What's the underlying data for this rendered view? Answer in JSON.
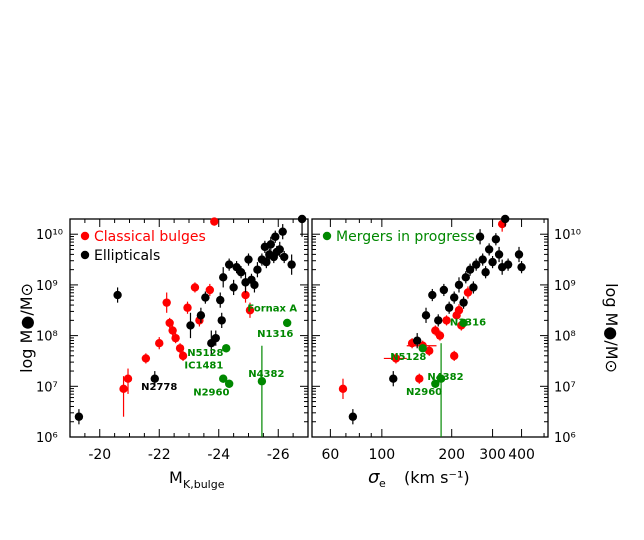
{
  "chart_data": [
    {
      "type": "scatter",
      "panel": "left",
      "xlabel": "M",
      "xlabel_sub": "K,bulge",
      "ylabel": "log  M●/M⊙",
      "xlim": [
        -19,
        -27
      ],
      "ylim": [
        6,
        10.3
      ],
      "x_ticks": [
        "-20",
        "-22",
        "-24",
        "-26"
      ],
      "x_tick_values": [
        -20,
        -22,
        -24,
        -26
      ],
      "y_ticks": [
        "10⁶",
        "10⁷",
        "10⁸",
        "10⁹",
        "10¹⁰"
      ],
      "y_tick_values": [
        6,
        7,
        8,
        9,
        10
      ],
      "legend": [
        {
          "label": "Classical bulges",
          "color": "#ff0000"
        },
        {
          "label": "Ellipticals",
          "color": "#000000"
        }
      ],
      "series": [
        {
          "name": "Classical bulges",
          "color": "#ff0000",
          "points": [
            {
              "x": -20.8,
              "y": 6.95,
              "elo": 0.55,
              "ehi": 0.25
            },
            {
              "x": -20.95,
              "y": 7.15,
              "elo": 0.3,
              "ehi": 0.2
            },
            {
              "x": -21.55,
              "y": 7.55,
              "elo": 0.1,
              "ehi": 0.1
            },
            {
              "x": -22.0,
              "y": 7.85,
              "elo": 0.12,
              "ehi": 0.12
            },
            {
              "x": -22.25,
              "y": 8.65,
              "elo": 0.2,
              "ehi": 0.2
            },
            {
              "x": -22.35,
              "y": 8.25,
              "elo": 0.1,
              "ehi": 0.1
            },
            {
              "x": -22.45,
              "y": 8.1,
              "elo": 0.1,
              "ehi": 0.1
            },
            {
              "x": -22.55,
              "y": 7.95,
              "elo": 0.1,
              "ehi": 0.1
            },
            {
              "x": -22.7,
              "y": 7.75,
              "elo": 0.1,
              "ehi": 0.1
            },
            {
              "x": -22.8,
              "y": 7.6,
              "elo": 0.1,
              "ehi": 0.1
            },
            {
              "x": -22.95,
              "y": 8.55,
              "elo": 0.12,
              "ehi": 0.12
            },
            {
              "x": -23.2,
              "y": 8.95,
              "elo": 0.1,
              "ehi": 0.1
            },
            {
              "x": -23.35,
              "y": 8.3,
              "elo": 0.12,
              "ehi": 0.12
            },
            {
              "x": -23.7,
              "y": 8.9,
              "elo": 0.12,
              "ehi": 0.12
            },
            {
              "x": -23.85,
              "y": 10.25,
              "elo": 0.08,
              "ehi": 0.08
            },
            {
              "x": -24.9,
              "y": 8.8,
              "elo": 0.15,
              "ehi": 0.15
            },
            {
              "x": -25.05,
              "y": 8.5,
              "elo": 0.15,
              "ehi": 0.15
            }
          ]
        },
        {
          "name": "Ellipticals",
          "color": "#000000",
          "points": [
            {
              "x": -19.3,
              "y": 6.4,
              "elo": 0.15,
              "ehi": 0.15
            },
            {
              "x": -20.6,
              "y": 8.8,
              "elo": 0.15,
              "ehi": 0.15
            },
            {
              "x": -21.85,
              "y": 7.15,
              "elo": 0.15,
              "ehi": 0.15
            },
            {
              "x": -23.05,
              "y": 8.2,
              "elo": 0.25,
              "ehi": 0.25
            },
            {
              "x": -23.4,
              "y": 8.4,
              "elo": 0.15,
              "ehi": 0.15
            },
            {
              "x": -23.55,
              "y": 8.75,
              "elo": 0.12,
              "ehi": 0.12
            },
            {
              "x": -23.75,
              "y": 7.85,
              "elo": 0.25,
              "ehi": 0.25
            },
            {
              "x": -23.9,
              "y": 7.95,
              "elo": 0.15,
              "ehi": 0.15
            },
            {
              "x": -24.05,
              "y": 8.7,
              "elo": 0.15,
              "ehi": 0.15
            },
            {
              "x": -24.1,
              "y": 8.3,
              "elo": 0.15,
              "ehi": 0.15
            },
            {
              "x": -24.15,
              "y": 9.15,
              "elo": 0.2,
              "ehi": 0.2
            },
            {
              "x": -24.35,
              "y": 9.4,
              "elo": 0.12,
              "ehi": 0.12
            },
            {
              "x": -24.5,
              "y": 8.95,
              "elo": 0.15,
              "ehi": 0.15
            },
            {
              "x": -24.6,
              "y": 9.35,
              "elo": 0.12,
              "ehi": 0.12
            },
            {
              "x": -24.75,
              "y": 9.25,
              "elo": 0.12,
              "ehi": 0.12
            },
            {
              "x": -24.9,
              "y": 9.05,
              "elo": 0.2,
              "ehi": 0.2
            },
            {
              "x": -25.0,
              "y": 9.5,
              "elo": 0.12,
              "ehi": 0.12
            },
            {
              "x": -25.1,
              "y": 9.1,
              "elo": 0.12,
              "ehi": 0.12
            },
            {
              "x": -25.2,
              "y": 9.0,
              "elo": 0.15,
              "ehi": 0.15
            },
            {
              "x": -25.3,
              "y": 9.3,
              "elo": 0.15,
              "ehi": 0.15
            },
            {
              "x": -25.45,
              "y": 9.5,
              "elo": 0.12,
              "ehi": 0.12
            },
            {
              "x": -25.55,
              "y": 9.75,
              "elo": 0.12,
              "ehi": 0.12
            },
            {
              "x": -25.6,
              "y": 9.45,
              "elo": 0.12,
              "ehi": 0.12
            },
            {
              "x": -25.7,
              "y": 9.6,
              "elo": 0.12,
              "ehi": 0.12
            },
            {
              "x": -25.75,
              "y": 9.8,
              "elo": 0.15,
              "ehi": 0.15
            },
            {
              "x": -25.85,
              "y": 9.55,
              "elo": 0.12,
              "ehi": 0.12
            },
            {
              "x": -25.9,
              "y": 9.95,
              "elo": 0.12,
              "ehi": 0.12
            },
            {
              "x": -25.95,
              "y": 9.65,
              "elo": 0.12,
              "ehi": 0.12
            },
            {
              "x": -26.05,
              "y": 9.7,
              "elo": 0.15,
              "ehi": 0.15
            },
            {
              "x": -26.15,
              "y": 10.05,
              "elo": 0.15,
              "ehi": 0.15
            },
            {
              "x": -26.2,
              "y": 9.55,
              "elo": 0.12,
              "ehi": 0.12
            },
            {
              "x": -26.45,
              "y": 9.4,
              "elo": 0.2,
              "ehi": 0.2
            },
            {
              "x": -26.8,
              "y": 10.3,
              "elo": 0.35,
              "ehi": 0.0
            }
          ]
        },
        {
          "name": "Mergers in progress",
          "color": "#008800",
          "points": [
            {
              "x": -24.25,
              "y": 7.75,
              "elo": 0.08,
              "ehi": 0.08
            },
            {
              "x": -24.15,
              "y": 7.15,
              "elo": 0.08,
              "ehi": 0.08
            },
            {
              "x": -24.35,
              "y": 7.05,
              "elo": 0.08,
              "ehi": 0.08
            },
            {
              "x": -25.45,
              "y": 7.1,
              "elo": 1.1,
              "ehi": 0.7
            },
            {
              "x": -26.3,
              "y": 8.25,
              "elo": 0.08,
              "ehi": 0.08
            }
          ]
        }
      ],
      "annotations": [
        {
          "text": "N2778",
          "color": "#000000",
          "x": -22.0,
          "y": 6.93
        },
        {
          "text": "N5128",
          "color": "#008800",
          "x": -23.55,
          "y": 7.6
        },
        {
          "text": "IC1481",
          "color": "#008800",
          "x": -23.5,
          "y": 7.35
        },
        {
          "text": "N2960",
          "color": "#008800",
          "x": -23.75,
          "y": 6.82
        },
        {
          "text": "N4382",
          "color": "#008800",
          "x": -25.6,
          "y": 7.18
        },
        {
          "text": "Fornax A",
          "color": "#008800",
          "x": -25.8,
          "y": 8.48
        },
        {
          "text": "N1316",
          "color": "#008800",
          "x": -25.9,
          "y": 7.97
        }
      ]
    },
    {
      "type": "scatter",
      "panel": "right",
      "xscale": "log",
      "xlabel": "σ",
      "xlabel_sub": "e",
      "xlabel_units": "(km s⁻¹)",
      "ylabel": "log  M●/M⊙",
      "xlim": [
        50,
        520
      ],
      "ylim": [
        6,
        10.3
      ],
      "x_ticks": [
        "60",
        "100",
        "200",
        "300",
        "400"
      ],
      "x_tick_values": [
        60,
        100,
        200,
        300,
        400
      ],
      "y_ticks": [
        "10⁶",
        "10⁷",
        "10⁸",
        "10⁹",
        "10¹⁰"
      ],
      "y_tick_values": [
        6,
        7,
        8,
        9,
        10
      ],
      "legend": [
        {
          "label": "Mergers in progress",
          "color": "#008800"
        }
      ],
      "series": [
        {
          "name": "Classical bulges",
          "color": "#ff0000",
          "points": [
            {
              "x": 68,
              "y": 6.95,
              "elo": 0.2,
              "ehi": 0.2
            },
            {
              "x": 115,
              "y": 7.55,
              "elo": 0.1,
              "ehi": 0.1,
              "xlo": 102,
              "xhi": 128
            },
            {
              "x": 135,
              "y": 7.85,
              "elo": 0.1,
              "ehi": 0.1
            },
            {
              "x": 145,
              "y": 7.15,
              "elo": 0.1,
              "ehi": 0.1
            },
            {
              "x": 150,
              "y": 7.8,
              "elo": 0.1,
              "ehi": 0.1,
              "xlo": 128,
              "xhi": 172
            },
            {
              "x": 160,
              "y": 7.7,
              "elo": 0.1,
              "ehi": 0.1
            },
            {
              "x": 170,
              "y": 8.1,
              "elo": 0.1,
              "ehi": 0.1
            },
            {
              "x": 178,
              "y": 8.0,
              "elo": 0.1,
              "ehi": 0.1
            },
            {
              "x": 190,
              "y": 8.3,
              "elo": 0.1,
              "ehi": 0.1
            },
            {
              "x": 205,
              "y": 7.6,
              "elo": 0.1,
              "ehi": 0.1
            },
            {
              "x": 210,
              "y": 8.4,
              "elo": 0.12,
              "ehi": 0.12
            },
            {
              "x": 215,
              "y": 8.5,
              "elo": 0.12,
              "ehi": 0.12
            },
            {
              "x": 220,
              "y": 8.2,
              "elo": 0.1,
              "ehi": 0.1
            },
            {
              "x": 235,
              "y": 8.85,
              "elo": 0.12,
              "ehi": 0.12
            },
            {
              "x": 330,
              "y": 10.2,
              "elo": 0.15,
              "ehi": 0.15
            }
          ]
        },
        {
          "name": "Ellipticals",
          "color": "#000000",
          "points": [
            {
              "x": 75,
              "y": 6.4,
              "elo": 0.15,
              "ehi": 0.15
            },
            {
              "x": 112,
              "y": 7.15,
              "elo": 0.15,
              "ehi": 0.15
            },
            {
              "x": 142,
              "y": 7.9,
              "elo": 0.15,
              "ehi": 0.15
            },
            {
              "x": 155,
              "y": 8.4,
              "elo": 0.15,
              "ehi": 0.15
            },
            {
              "x": 165,
              "y": 8.8,
              "elo": 0.12,
              "ehi": 0.12
            },
            {
              "x": 175,
              "y": 8.3,
              "elo": 0.12,
              "ehi": 0.12
            },
            {
              "x": 185,
              "y": 8.9,
              "elo": 0.12,
              "ehi": 0.12
            },
            {
              "x": 195,
              "y": 8.55,
              "elo": 0.12,
              "ehi": 0.12
            },
            {
              "x": 205,
              "y": 8.75,
              "elo": 0.12,
              "ehi": 0.12
            },
            {
              "x": 215,
              "y": 9.0,
              "elo": 0.15,
              "ehi": 0.15
            },
            {
              "x": 225,
              "y": 8.65,
              "elo": 0.12,
              "ehi": 0.12
            },
            {
              "x": 230,
              "y": 9.15,
              "elo": 0.12,
              "ehi": 0.12
            },
            {
              "x": 240,
              "y": 9.3,
              "elo": 0.12,
              "ehi": 0.12
            },
            {
              "x": 248,
              "y": 8.95,
              "elo": 0.12,
              "ehi": 0.12
            },
            {
              "x": 255,
              "y": 9.4,
              "elo": 0.12,
              "ehi": 0.12
            },
            {
              "x": 265,
              "y": 9.95,
              "elo": 0.15,
              "ehi": 0.15
            },
            {
              "x": 272,
              "y": 9.5,
              "elo": 0.12,
              "ehi": 0.12
            },
            {
              "x": 280,
              "y": 9.25,
              "elo": 0.12,
              "ehi": 0.12
            },
            {
              "x": 290,
              "y": 9.7,
              "elo": 0.12,
              "ehi": 0.12
            },
            {
              "x": 300,
              "y": 9.45,
              "elo": 0.12,
              "ehi": 0.12
            },
            {
              "x": 310,
              "y": 9.9,
              "elo": 0.12,
              "ehi": 0.12
            },
            {
              "x": 320,
              "y": 9.6,
              "elo": 0.15,
              "ehi": 0.15
            },
            {
              "x": 330,
              "y": 9.35,
              "elo": 0.15,
              "ehi": 0.15
            },
            {
              "x": 340,
              "y": 10.3,
              "elo": 0.15,
              "ehi": 0.0
            },
            {
              "x": 350,
              "y": 9.4,
              "elo": 0.12,
              "ehi": 0.12
            },
            {
              "x": 390,
              "y": 9.6,
              "elo": 0.15,
              "ehi": 0.15
            },
            {
              "x": 400,
              "y": 9.35,
              "elo": 0.12,
              "ehi": 0.12
            }
          ]
        },
        {
          "name": "Mergers in progress",
          "color": "#008800",
          "points": [
            {
              "x": 150,
              "y": 7.75,
              "elo": 0.08,
              "ehi": 0.08
            },
            {
              "x": 170,
              "y": 7.05,
              "elo": 0.08,
              "ehi": 0.08
            },
            {
              "x": 180,
              "y": 7.15,
              "elo": 1.15,
              "ehi": 0.7
            },
            {
              "x": 225,
              "y": 8.25,
              "elo": 0.08,
              "ehi": 0.08
            }
          ]
        }
      ],
      "annotations": [
        {
          "text": "N1316",
          "color": "#008800",
          "x": 235,
          "y": 8.2
        },
        {
          "text": "N5128",
          "color": "#008800",
          "x": 130,
          "y": 7.52
        },
        {
          "text": "N4382",
          "color": "#008800",
          "x": 188,
          "y": 7.12
        },
        {
          "text": "N2960",
          "color": "#008800",
          "x": 152,
          "y": 6.83
        }
      ]
    }
  ]
}
